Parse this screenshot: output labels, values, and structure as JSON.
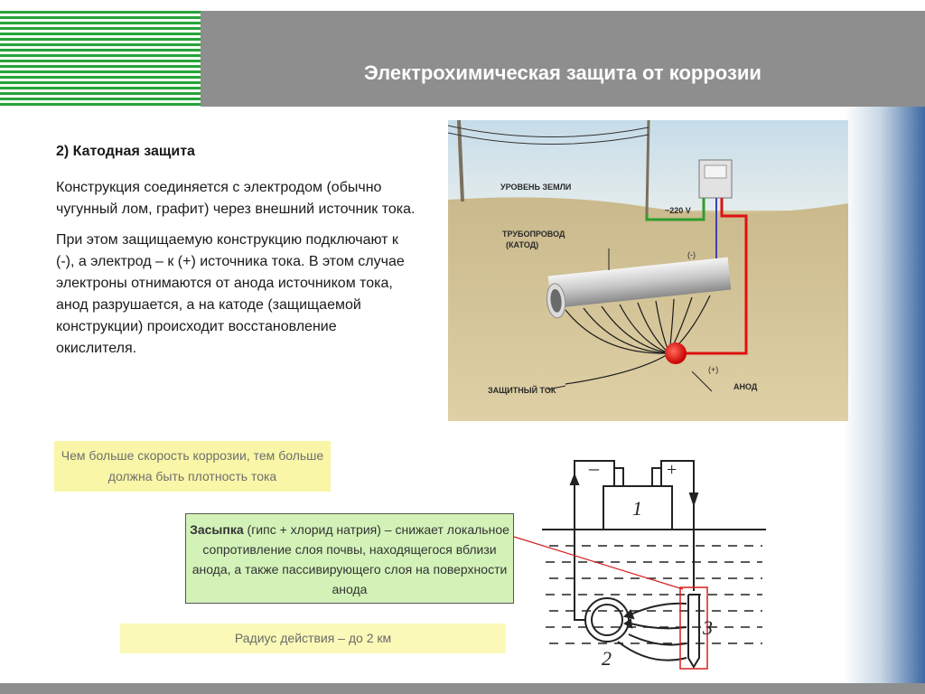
{
  "header": {
    "title": "Электрохимическая защита от коррозии"
  },
  "content": {
    "section_heading": "2) Катодная защита",
    "paragraph_1": "Конструкция соединяется с электродом (обычно чугунный лом, графит) через внешний источник тока.",
    "paragraph_2": "При этом защищаемую конструкцию подключают к (-), а электрод – к (+) источника тока. В этом случае электроны отнимаются от анода источником тока, анод разрушается, а на катоде (защищаемой конструкции) происходит восстановление окислителя."
  },
  "photo": {
    "ground_level_label": "УРОВЕНЬ ЗЕМЛИ",
    "voltage_label": "~220 V",
    "pipeline_label_1": "ТРУБОПРОВОД",
    "pipeline_label_2": "(КАТОД)",
    "minus_label": "(-)",
    "plus_label": "(+)",
    "current_label": "ЗАЩИТНЫЙ ТОК",
    "anode_label": "АНОД"
  },
  "notes": {
    "current_density_note": "Чем больше скорость коррозии, тем больше должна быть плотность тока",
    "radius_note": "Радиус действия – до 2 км"
  },
  "backfill": {
    "term": "Засыпка",
    "definition": " (гипс + хлорид натрия) – снижает локальное сопротивление слоя почвы, находящегося вблизи анода, а также пассивирующего слоя на поверхности анода"
  },
  "scheme": {
    "minus_sign": "–",
    "plus_sign": "+",
    "label_1": "1",
    "label_2": "2",
    "label_3": "3"
  },
  "colors": {
    "header_bg": "#8e8e8e",
    "stripe_green": "#28a33c",
    "note_bg": "#f9f6a7",
    "backfill_bg": "#d3f2b8",
    "anode_red": "#e01010",
    "pointer_red": "#d62020"
  }
}
